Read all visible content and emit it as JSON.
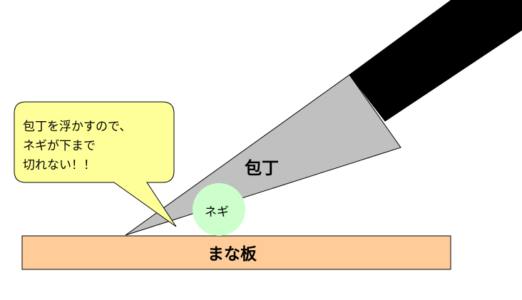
{
  "labels": {
    "knife": "包丁",
    "board": "まな板",
    "onion": "ネギ"
  },
  "callout": {
    "lines": [
      "包丁を浮かすので、",
      "ネギが下まで",
      "切れない！！"
    ]
  },
  "colors": {
    "handle": "#000000",
    "blade": "#c0c0c0",
    "board": "#ffcc99",
    "onion": "#ccffcc",
    "callout": "#ffff99",
    "outline": "#000000"
  }
}
